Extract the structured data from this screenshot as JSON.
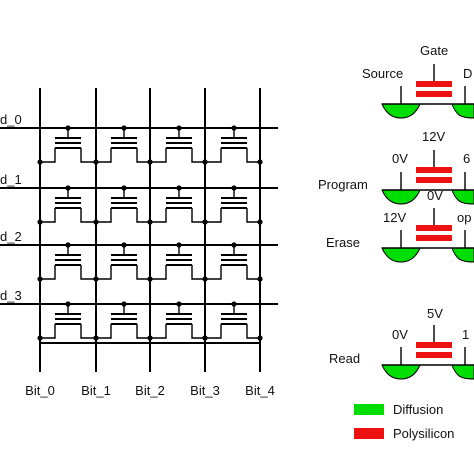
{
  "array": {
    "word_lines": [
      "d_0",
      "d_1",
      "d_2",
      "d_3"
    ],
    "bit_lines": [
      "Bit_0",
      "Bit_1",
      "Bit_2",
      "Bit_3",
      "Bit_4"
    ]
  },
  "panels": {
    "top": {
      "left_label": "Source",
      "gate_label": "Gate",
      "right_label": "D"
    },
    "program": {
      "name": "Program",
      "left_label": "0V",
      "gate_label": "12V",
      "right_label": "6"
    },
    "erase": {
      "name": "Erase",
      "left_label": "12V",
      "gate_label": "0V",
      "right_label": "op"
    },
    "read": {
      "name": "Read",
      "left_label": "0V",
      "gate_label": "5V",
      "right_label": "1"
    }
  },
  "legend": {
    "diffusion": {
      "label": "Diffusion",
      "color": "#00dd00"
    },
    "polysilicon": {
      "label": "Polysilicon",
      "color": "#ee1111"
    }
  },
  "colors": {
    "line": "#000000",
    "text": "#111111"
  }
}
